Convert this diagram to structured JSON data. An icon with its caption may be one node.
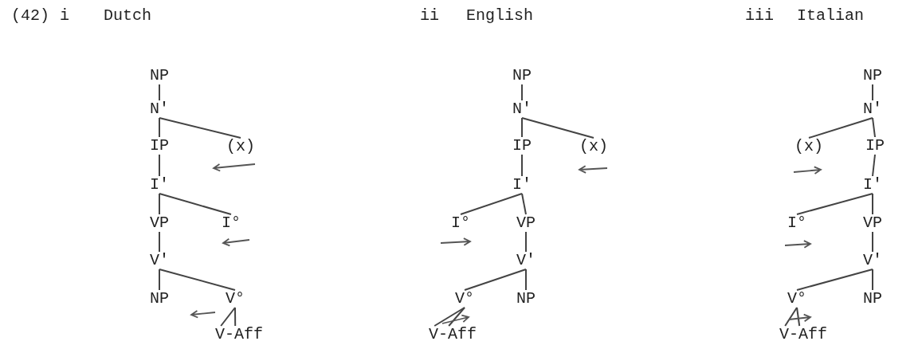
{
  "diagram": {
    "nodes": [
      {
        "text": [
          "NP"
        ]
      },
      {
        "text": [
          "N'"
        ]
      },
      {
        "text": [
          "IP"
        ]
      },
      {
        "text": [
          "(x)"
        ]
      },
      {
        "text": [
          "I'"
        ]
      },
      {
        "text": [
          "VP"
        ]
      },
      {
        "text": [
          "I°"
        ]
      },
      {
        "text": [
          "V'"
        ]
      },
      {
        "text": [
          "NP"
        ]
      },
      {
        "text": [
          "V°"
        ]
      },
      {
        "text": [
          "V-Aff"
        ]
      },
      {
        "text": [
          "NP"
        ]
      },
      {
        "text": [
          "N'"
        ]
      },
      {
        "text": [
          "IP"
        ]
      },
      {
        "text": [
          "(x)"
        ]
      },
      {
        "text": [
          "I'"
        ]
      },
      {
        "text": [
          "I°"
        ]
      },
      {
        "text": [
          "VP"
        ]
      },
      {
        "text": [
          "V'"
        ]
      },
      {
        "text": [
          "V°"
        ]
      },
      {
        "text": [
          "NP"
        ]
      },
      {
        "text": [
          "V-Aff"
        ]
      },
      {
        "text": [
          "NP"
        ]
      },
      {
        "text": [
          "N'"
        ]
      },
      {
        "text": [
          "(x)"
        ]
      },
      {
        "text": [
          "IP"
        ]
      },
      {
        "text": [
          "I'"
        ]
      },
      {
        "text": [
          "I°"
        ]
      },
      {
        "text": [
          "VP"
        ]
      },
      {
        "text": [
          "V'"
        ]
      },
      {
        "text": [
          "V°"
        ]
      },
      {
        "text": [
          "NP"
        ]
      },
      {
        "text": [
          "V-Aff"
        ]
      }
    ],
    "edges": [
      {
        "from": 0,
        "to": 1,
        "arrow": "none"
      },
      {
        "from": 1,
        "to": 2,
        "arrow": "none"
      },
      {
        "from": 1,
        "to": 3,
        "arrow": "none"
      },
      {
        "from": 2,
        "to": 4,
        "arrow": "none"
      },
      {
        "from": 4,
        "to": 5,
        "arrow": "none"
      },
      {
        "from": 4,
        "to": 6,
        "arrow": "none"
      },
      {
        "from": 5,
        "to": 7,
        "arrow": "none"
      },
      {
        "from": 7,
        "to": 8,
        "arrow": "none"
      },
      {
        "from": 7,
        "to": 9,
        "arrow": "none"
      },
      {
        "from": 9,
        "to": 10,
        "arrow": "none"
      },
      {
        "from": 9,
        "to": 10,
        "arrow": "none"
      },
      {
        "from": 11,
        "to": 12,
        "arrow": "none"
      },
      {
        "from": 12,
        "to": 13,
        "arrow": "none"
      },
      {
        "from": 12,
        "to": 14,
        "arrow": "none"
      },
      {
        "from": 13,
        "to": 15,
        "arrow": "none"
      },
      {
        "from": 15,
        "to": 16,
        "arrow": "none"
      },
      {
        "from": 15,
        "to": 17,
        "arrow": "none"
      },
      {
        "from": 17,
        "to": 18,
        "arrow": "none"
      },
      {
        "from": 18,
        "to": 19,
        "arrow": "none"
      },
      {
        "from": 18,
        "to": 20,
        "arrow": "none"
      },
      {
        "from": 19,
        "to": 21,
        "arrow": "none"
      },
      {
        "from": 19,
        "to": 21,
        "arrow": "none"
      },
      {
        "from": 22,
        "to": 23,
        "arrow": "none"
      },
      {
        "from": 23,
        "to": 24,
        "arrow": "none"
      },
      {
        "from": 23,
        "to": 25,
        "arrow": "none"
      },
      {
        "from": 25,
        "to": 26,
        "arrow": "none"
      },
      {
        "from": 26,
        "to": 27,
        "arrow": "none"
      },
      {
        "from": 26,
        "to": 28,
        "arrow": "none"
      },
      {
        "from": 28,
        "to": 29,
        "arrow": "none"
      },
      {
        "from": 29,
        "to": 30,
        "arrow": "none"
      },
      {
        "from": 29,
        "to": 31,
        "arrow": "none"
      },
      {
        "from": 30,
        "to": 32,
        "arrow": "none"
      },
      {
        "from": 30,
        "to": 32,
        "arrow": "none"
      }
    ],
    "labels": [
      "(42)",
      "i",
      "Dutch",
      "ii",
      "English",
      "iii",
      "Italian"
    ]
  }
}
